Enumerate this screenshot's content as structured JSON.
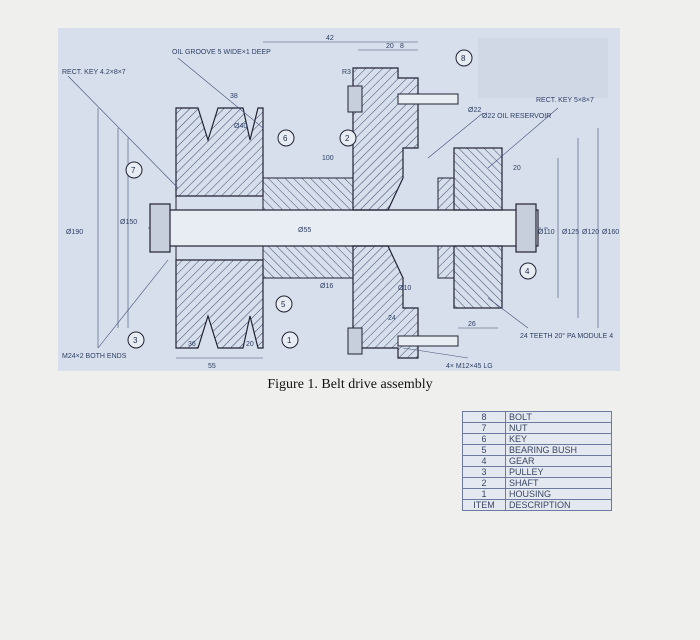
{
  "figure": {
    "caption": "Figure 1. Belt drive assembly",
    "notes": {
      "groove": "OIL GROOVE 5 WIDE×1 DEEP",
      "rect_key_left": "RECT. KEY 4.2×8×7",
      "rect_key_right": "RECT. KEY 5×8×7",
      "oil_reservoir": "Ø22 OIL RESERVOIR",
      "teeth": "24 TEETH 20° PA MODULE 4",
      "both_ends": "M24×2 BOTH ENDS",
      "bolts": "4× M12×45 LG"
    },
    "balloons": [
      "1",
      "2",
      "3",
      "4",
      "5",
      "6",
      "7",
      "8"
    ],
    "dims": [
      "42",
      "20",
      "8",
      "38",
      "Ø40",
      "R3",
      "Ø22",
      "100",
      "Ø16",
      "Ø10",
      "Ø55",
      "20",
      "26",
      "Ø190",
      "Ø160",
      "Ø150",
      "Ø125",
      "Ø120",
      "Ø110",
      "36",
      "55",
      "24",
      "20"
    ]
  },
  "parts_table": {
    "rows": [
      {
        "item": "8",
        "description": "BOLT"
      },
      {
        "item": "7",
        "description": "NUT"
      },
      {
        "item": "6",
        "description": "KEY"
      },
      {
        "item": "5",
        "description": "BEARING BUSH"
      },
      {
        "item": "4",
        "description": "GEAR"
      },
      {
        "item": "3",
        "description": "PULLEY"
      },
      {
        "item": "2",
        "description": "SHAFT"
      },
      {
        "item": "1",
        "description": "HOUSING"
      }
    ],
    "header": {
      "item": "ITEM",
      "description": "DESCRIPTION"
    }
  }
}
